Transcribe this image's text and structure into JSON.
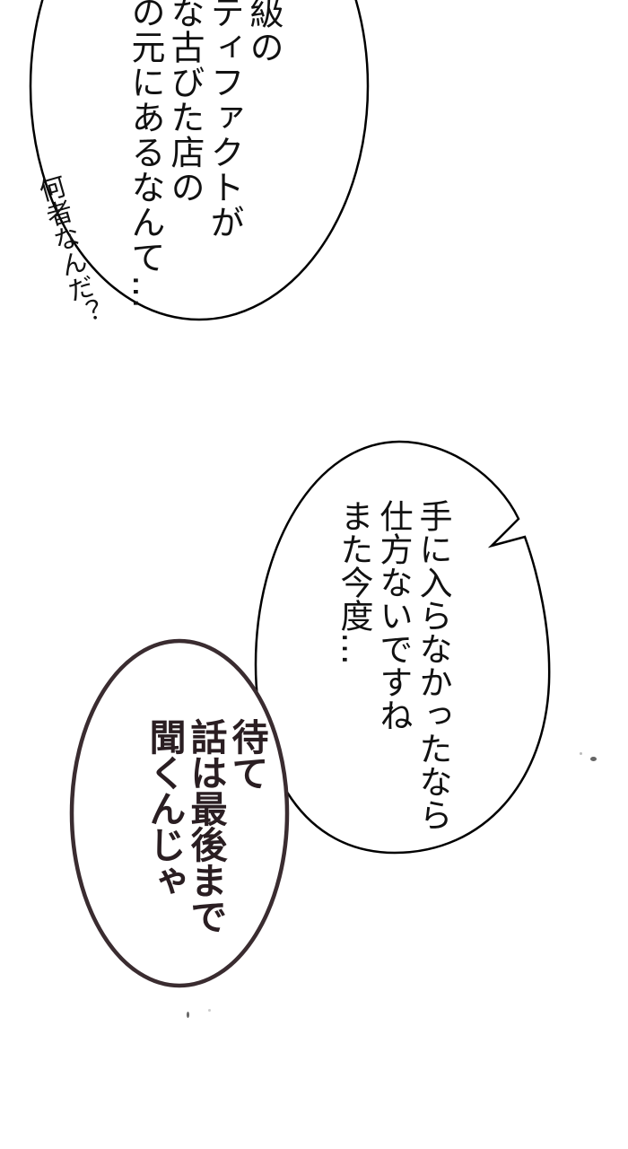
{
  "panel": {
    "background": "#ffffff"
  },
  "bubbles": [
    {
      "id": "top-bubble",
      "shape": "ellipse",
      "border_color": "#000000",
      "lines": [
        "級の",
        "ティファクトが",
        "な古びた店の",
        "の元にあるなんて…"
      ]
    },
    {
      "id": "middle-bubble",
      "shape": "ellipse-with-tail",
      "border_color": "#000000",
      "lines": [
        "手に入らなかったなら",
        "仕方ないですね",
        "また今度…"
      ]
    },
    {
      "id": "bottom-bubble",
      "shape": "ellipse",
      "border_color": "#3a2c30",
      "text_color": "#2a1e22",
      "lines": [
        "待て",
        "話は最後まで",
        "聞くんじゃ"
      ]
    }
  ],
  "side_text": {
    "text": "何者なんだ？",
    "style": "handwritten"
  }
}
